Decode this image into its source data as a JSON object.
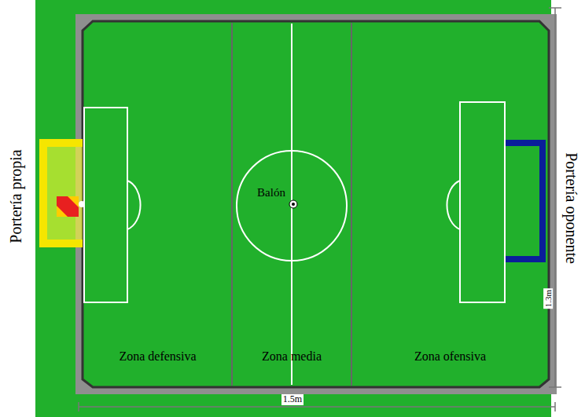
{
  "diagram": {
    "nodes": [
      {
        "text": [
          "Zona defensiva"
        ]
      },
      {
        "text": [
          "Zona media"
        ]
      },
      {
        "text": [
          "Zona ofensiva"
        ]
      }
    ],
    "labels": [
      "Portería propia",
      "Portería oponente",
      "Balón",
      "1.5m",
      "1.3m"
    ]
  }
}
